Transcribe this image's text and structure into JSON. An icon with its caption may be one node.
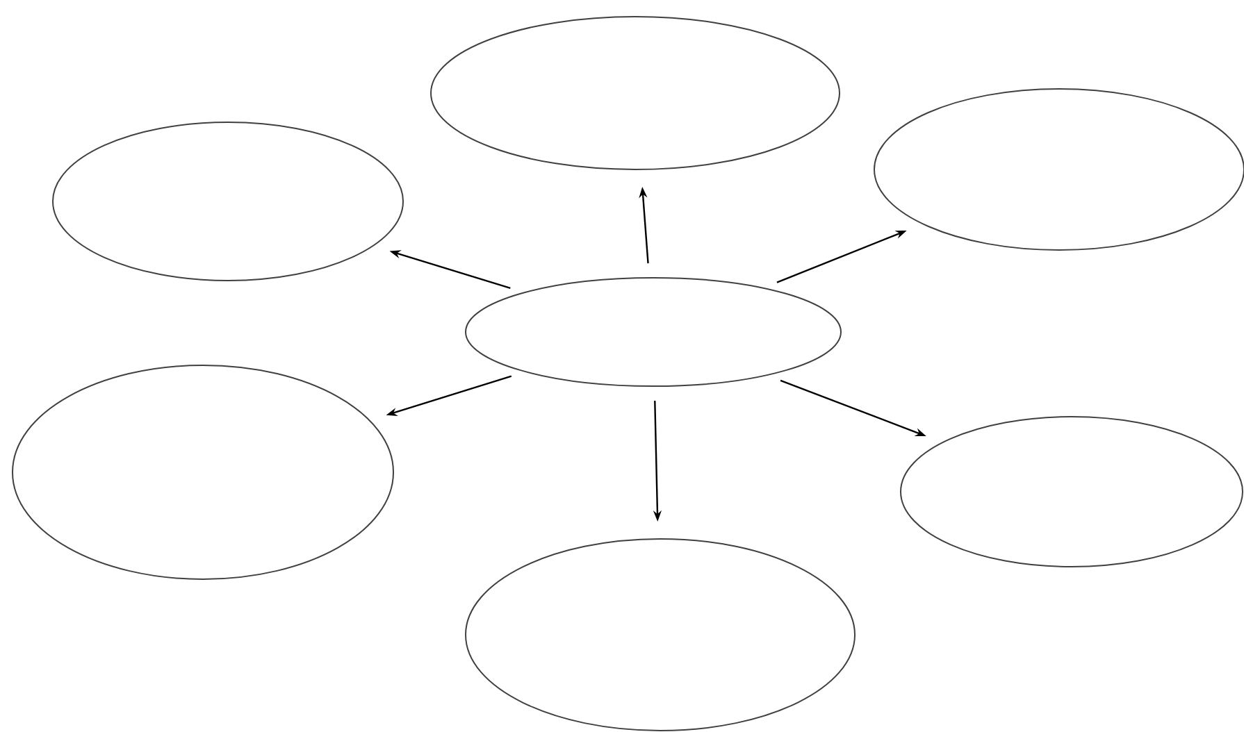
{
  "diagram": {
    "nodes": [
      {
        "text": [],
        "shape": "ellipse"
      },
      {
        "text": [],
        "shape": "ellipse"
      },
      {
        "text": [],
        "shape": "ellipse"
      },
      {
        "text": [],
        "shape": "ellipse"
      },
      {
        "text": [],
        "shape": "ellipse"
      },
      {
        "text": [],
        "shape": "ellipse"
      },
      {
        "text": [],
        "shape": "ellipse"
      }
    ],
    "edges": [
      {
        "from": 3,
        "to": 0,
        "arrow": "to"
      },
      {
        "from": 3,
        "to": 1,
        "arrow": "to"
      },
      {
        "from": 3,
        "to": 2,
        "arrow": "to"
      },
      {
        "from": 3,
        "to": 4,
        "arrow": "to"
      },
      {
        "from": 3,
        "to": 5,
        "arrow": "to"
      },
      {
        "from": 3,
        "to": 6,
        "arrow": "to"
      }
    ]
  }
}
